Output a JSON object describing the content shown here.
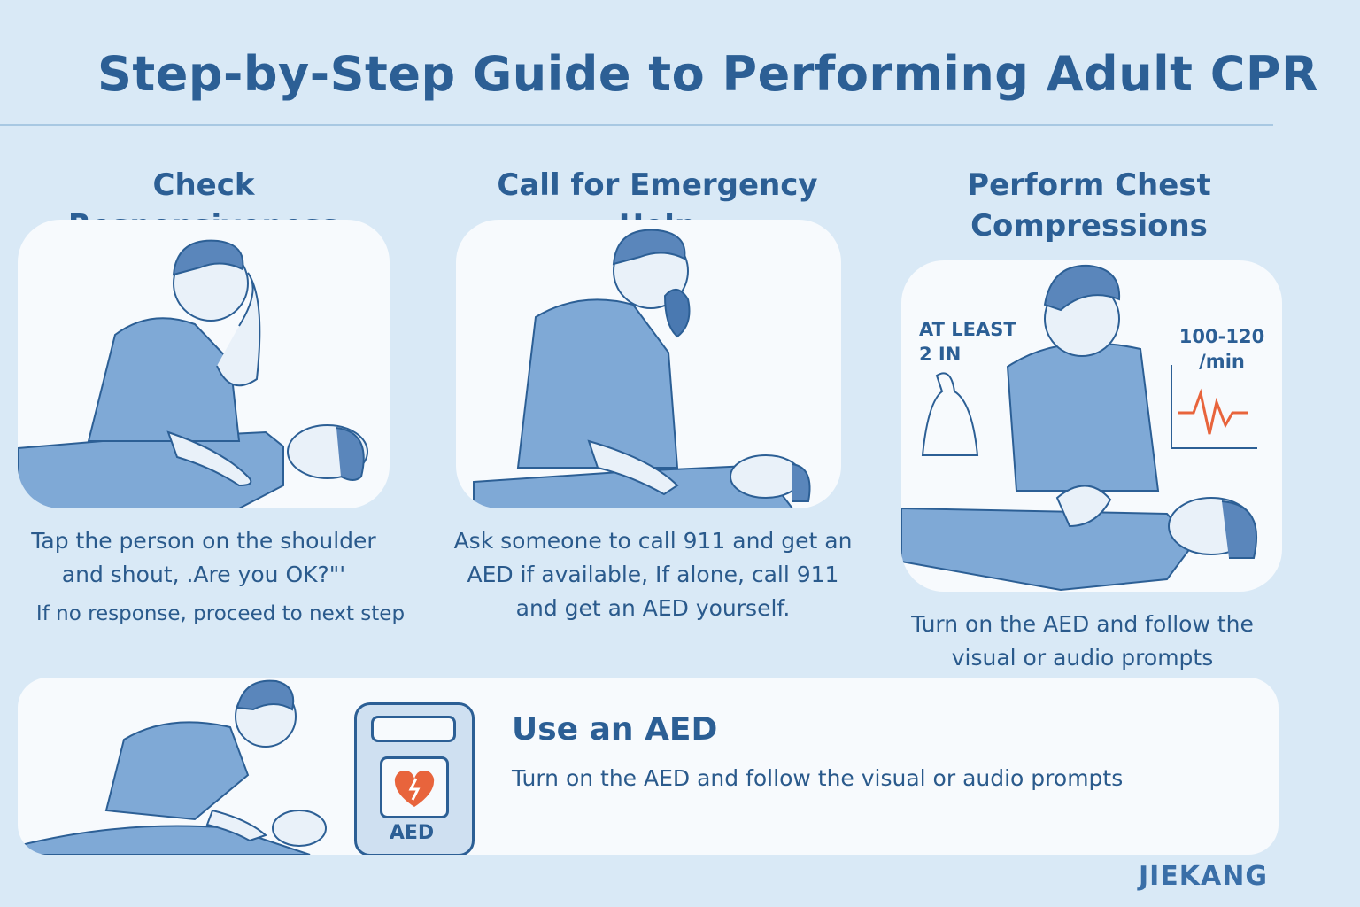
{
  "title": "Step-by-Step Guide to Performing Adult CPR",
  "steps": [
    {
      "heading": "Check Responsiveness",
      "description": "Tap the person on the shoulder and shout, .Are you OK?\"'",
      "note": "If no response, proceed to next step",
      "illustration": "person-checking-responsiveness"
    },
    {
      "heading": "Call for Emergency Help",
      "description": "Ask someone to call 911 and get an AED if available, If alone, call 911 and get an AED yourself.",
      "illustration": "person-calling-emergency"
    },
    {
      "heading": "Perform Chest Compressions",
      "description": "Turn on the AED and follow the visual or audio prompts",
      "depth_label": "AT LEAST 2 IN",
      "rate_label": "100-120 /min",
      "illustration": "person-doing-compressions"
    }
  ],
  "aed_section": {
    "heading": "Use an AED",
    "description": "Turn on the AED and follow the visual or audio prompts",
    "device_label": "AED",
    "illustration": "person-using-aed"
  },
  "brand": "JIEKANG",
  "colors": {
    "background": "#d9e9f6",
    "title": "#2c5f95",
    "card": "#f7fafd",
    "figure": "#7fa9d6",
    "heart": "#e8643c",
    "pulse": "#e8643c"
  }
}
